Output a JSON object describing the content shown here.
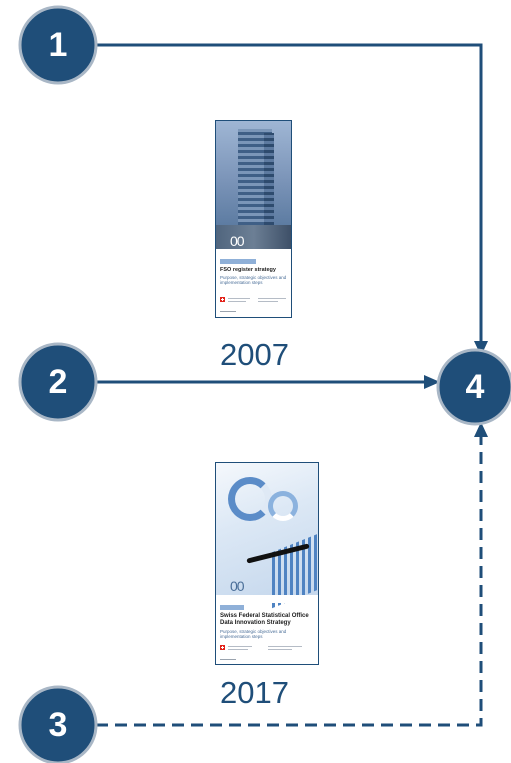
{
  "nodes": [
    {
      "id": 1,
      "label": "1"
    },
    {
      "id": 2,
      "label": "2"
    },
    {
      "id": 3,
      "label": "3"
    },
    {
      "id": 4,
      "label": "4"
    }
  ],
  "edges": [
    {
      "from": 1,
      "to": 4,
      "style": "solid"
    },
    {
      "from": 2,
      "to": 4,
      "style": "solid"
    },
    {
      "from": 3,
      "to": 4,
      "style": "dashed"
    }
  ],
  "documents": [
    {
      "year": "2007",
      "cover_number": "00",
      "cover_title": "FSO register strategy",
      "cover_subtitle": "Purpose, strategic objectives and implementation steps"
    },
    {
      "year": "2017",
      "cover_number": "00",
      "cover_title": "Swiss Federal Statistical Office Data Innovation Strategy",
      "cover_subtitle": "Purpose, strategic objectives and implementation steps"
    }
  ],
  "colors": {
    "node_fill": "#1f4e79",
    "node_border": "#a9b7c6",
    "connector": "#1f4e79",
    "year_text": "#1f4e79"
  }
}
